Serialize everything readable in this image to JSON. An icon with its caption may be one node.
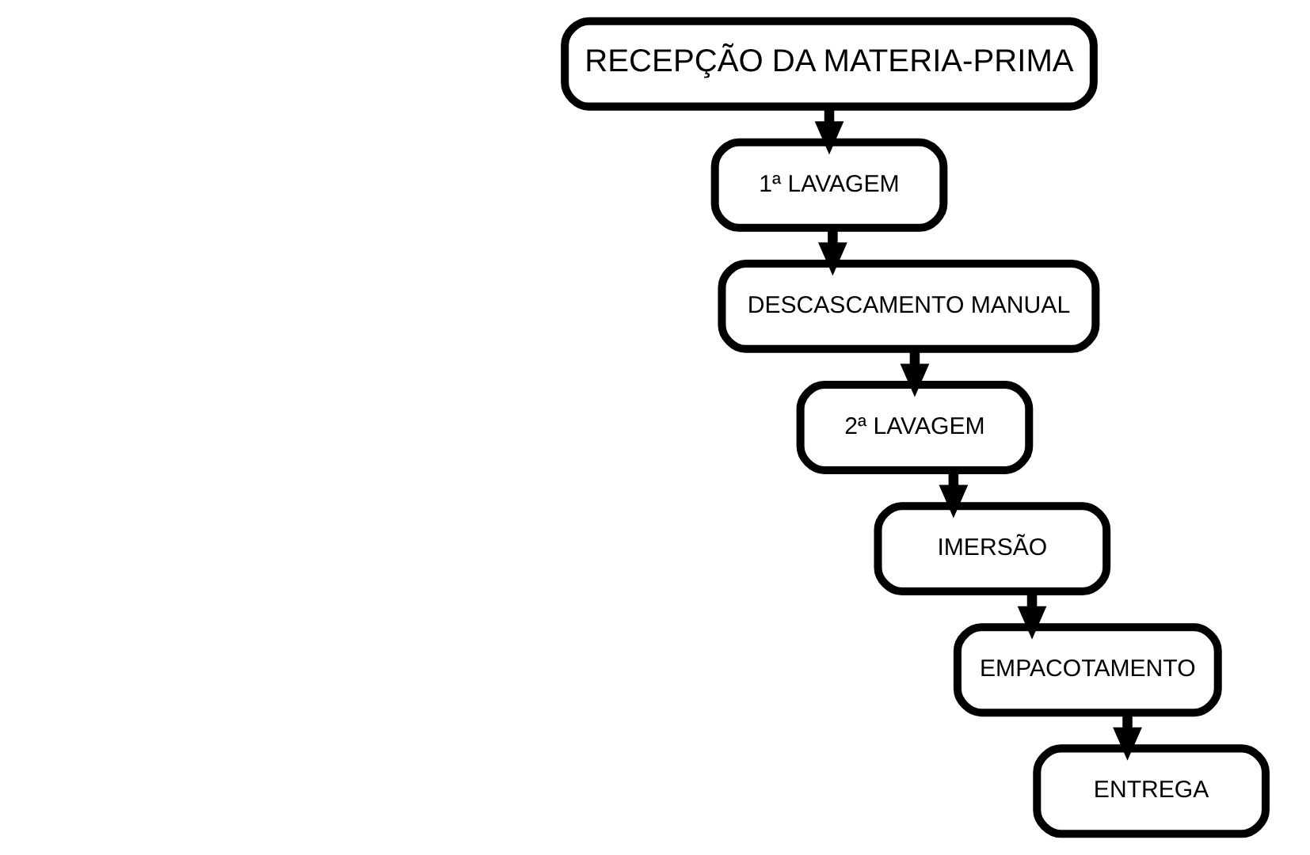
{
  "diagram": {
    "nodes": [
      {
        "text": [
          "RECEPÇÃO DA MATERIA-PRIMA"
        ]
      },
      {
        "text": [
          "1ª LAVAGEM"
        ]
      },
      {
        "text": [
          "DESCASCAMENTO MANUAL"
        ]
      },
      {
        "text": [
          "2ª LAVAGEM"
        ]
      },
      {
        "text": [
          "IMERSÃO"
        ]
      },
      {
        "text": [
          "EMPACOTAMENTO"
        ]
      },
      {
        "text": [
          "ENTREGA"
        ]
      }
    ],
    "edges": [
      {
        "from": 0,
        "to": 1,
        "arrow": "to"
      },
      {
        "from": 1,
        "to": 2,
        "arrow": "to"
      },
      {
        "from": 2,
        "to": 3,
        "arrow": "to"
      },
      {
        "from": 3,
        "to": 4,
        "arrow": "to"
      },
      {
        "from": 4,
        "to": 5,
        "arrow": "to"
      },
      {
        "from": 5,
        "to": 6,
        "arrow": "to"
      }
    ]
  }
}
